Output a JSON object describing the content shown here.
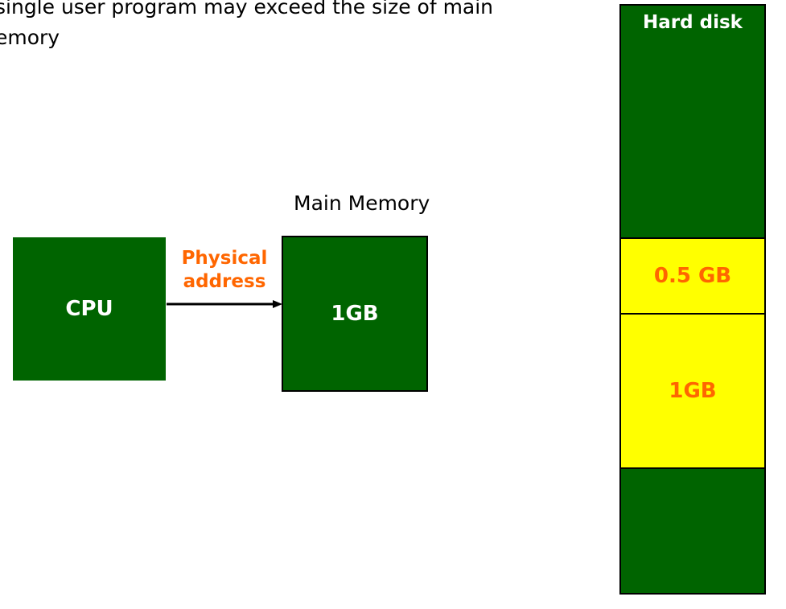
{
  "heading": {
    "text": "single user program may exceed the size of main\nemory"
  },
  "cpu": {
    "label": "CPU"
  },
  "connection": {
    "label": "Physical\naddress"
  },
  "main_memory": {
    "title": "Main Memory",
    "size": "1GB"
  },
  "hard_disk": {
    "title": "Hard disk",
    "segments": [
      {
        "label": ""
      },
      {
        "label": "0.5 GB"
      },
      {
        "label": "1GB"
      },
      {
        "label": ""
      }
    ]
  },
  "colors": {
    "box_green": "#006400",
    "highlight_yellow": "#ffff00",
    "accent_orange": "#ff6600"
  }
}
